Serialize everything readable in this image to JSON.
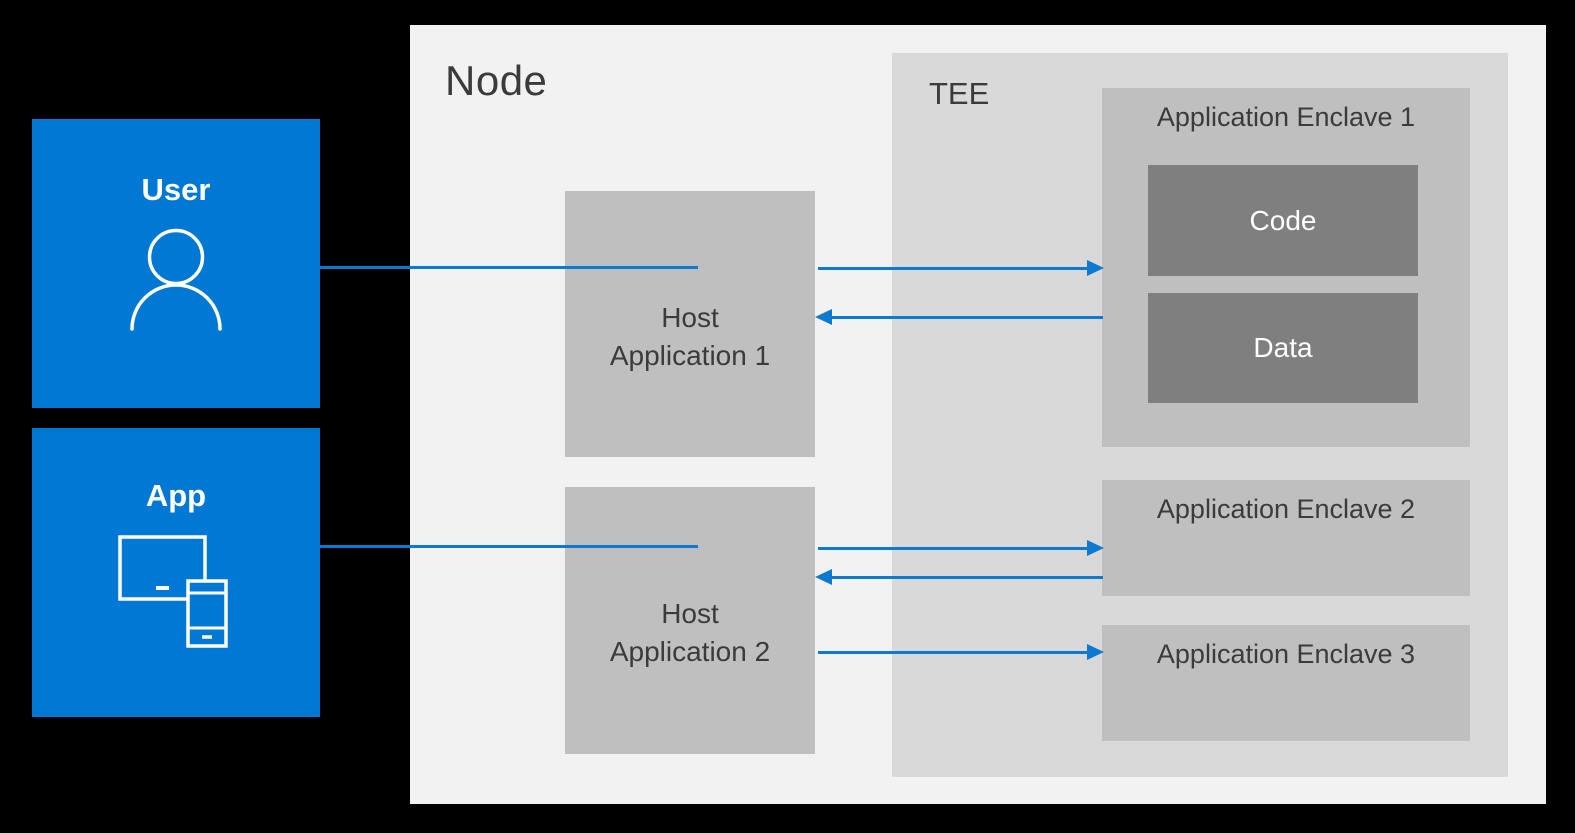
{
  "diagram_title": "Node / TEE enclave diagram",
  "actors": {
    "user": {
      "label": "User",
      "icon": "person-icon"
    },
    "app": {
      "label": "App",
      "icon": "devices-icon"
    }
  },
  "node": {
    "label": "Node",
    "host_applications": [
      {
        "label_line1": "Host",
        "label_line2": "Application 1"
      },
      {
        "label_line1": "Host",
        "label_line2": "Application 2"
      }
    ]
  },
  "tee": {
    "label": "TEE",
    "enclaves": [
      {
        "label": "Application Enclave 1",
        "children": [
          {
            "label": "Code"
          },
          {
            "label": "Data"
          }
        ]
      },
      {
        "label": "Application Enclave 2",
        "children": []
      },
      {
        "label": "Application Enclave 3",
        "children": []
      }
    ]
  },
  "connections": [
    {
      "from": "User",
      "to": "Host Application 1",
      "arrowhead": "none"
    },
    {
      "from": "Host Application 1",
      "to": "Application Enclave 1",
      "arrowhead": "right"
    },
    {
      "from": "Application Enclave 1",
      "to": "Host Application 1",
      "arrowhead": "left"
    },
    {
      "from": "App",
      "to": "Host Application 2",
      "arrowhead": "none"
    },
    {
      "from": "Host Application 2",
      "to": "Application Enclave 2",
      "arrowhead": "right"
    },
    {
      "from": "Application Enclave 2",
      "to": "Host Application 2",
      "arrowhead": "left"
    },
    {
      "from": "Host Application 2",
      "to": "Application Enclave 3",
      "arrowhead": "right"
    }
  ],
  "colors": {
    "blue": "#0078D4",
    "arrow": "#0D7AD2",
    "node-bg": "#F2F2F2",
    "tee-bg": "#D9D9D9",
    "box-gray": "#BFBFBF",
    "box-dark": "#7F7F7F",
    "label-dark": "#3B3B3B",
    "white": "#FFFFFF"
  }
}
